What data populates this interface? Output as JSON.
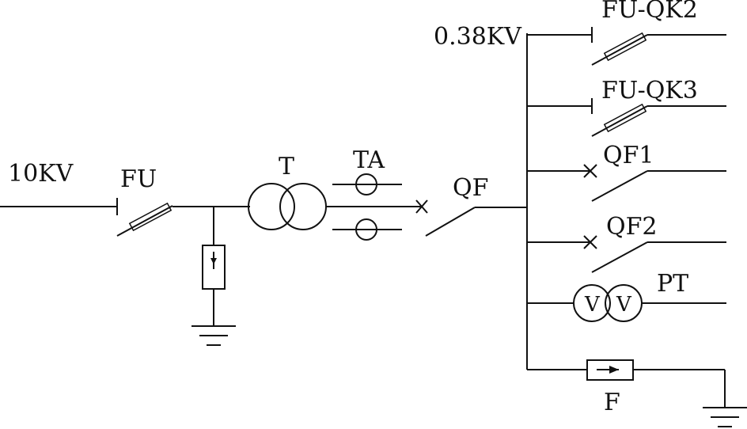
{
  "labels": {
    "hv_voltage": "10KV",
    "lv_voltage": "0.38KV",
    "fuse_main": "FU",
    "transformer": "T",
    "current_transformer": "TA",
    "main_breaker": "QF",
    "branch_fu_qk2": "FU-QK2",
    "branch_fu_qk3": "FU-QK3",
    "branch_qf1": "QF1",
    "branch_qf2": "QF2",
    "potential_transformer": "PT",
    "pt_coil_v1": "V",
    "pt_coil_v2": "V",
    "arrester_lv": "F"
  },
  "colors": {
    "line": "#111111",
    "background": "#ffffff"
  }
}
